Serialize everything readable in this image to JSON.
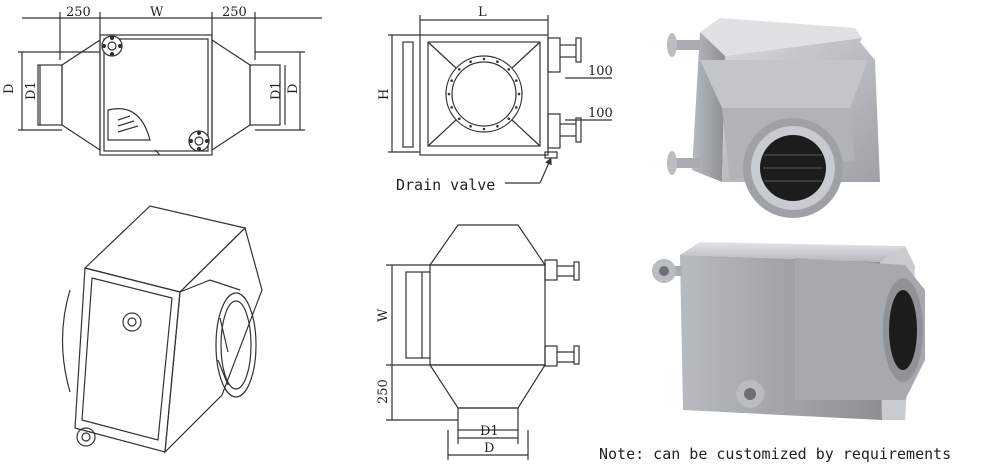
{
  "top_view": {
    "dims": {
      "left_extension": "250",
      "width": "W",
      "right_extension": "250",
      "d_left": "D",
      "d1_left": "D1",
      "d1_right": "D1",
      "d_right": "D"
    }
  },
  "front_view": {
    "dims": {
      "length": "L",
      "height": "H",
      "spacing_upper": "100",
      "spacing_lower": "100"
    },
    "drain_label": "Drain valve"
  },
  "side_view": {
    "dims": {
      "width": "W",
      "extension": "250",
      "d1": "D1",
      "d": "D"
    }
  },
  "note": "Note: can be customized by requirements",
  "colors": {
    "line": "#333333",
    "steel_light": "#c9ccd0",
    "steel_mid": "#a9adb2",
    "steel_dark": "#7d8187",
    "hole": "#1c1c1c"
  }
}
